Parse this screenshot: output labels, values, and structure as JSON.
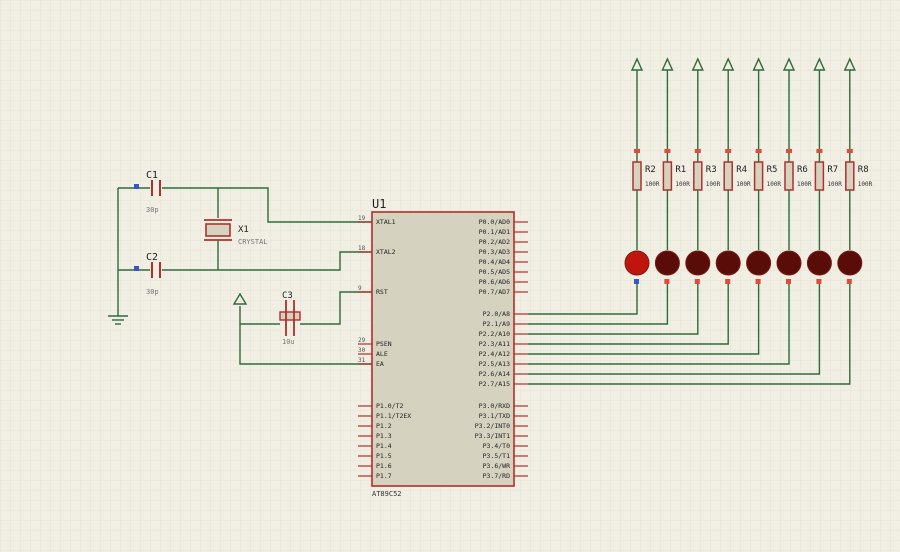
{
  "schematic": {
    "capacitors": [
      {
        "ref": "C1",
        "value": "30p"
      },
      {
        "ref": "C2",
        "value": "30p"
      },
      {
        "ref": "C3",
        "value": "10u"
      }
    ],
    "crystal": {
      "ref": "X1",
      "value": "CRYSTAL"
    },
    "mcu": {
      "ref": "U1",
      "part": "AT89C52",
      "left_pins": [
        {
          "num": "19",
          "name": "XTAL1"
        },
        {
          "num": "18",
          "name": "XTAL2"
        },
        {
          "num": "9",
          "name": "RST"
        },
        {
          "num": "29",
          "name": "PSEN"
        },
        {
          "num": "30",
          "name": "ALE"
        },
        {
          "num": "31",
          "name": "EA"
        }
      ],
      "left_pins_p1": [
        "P1.0/T2",
        "P1.1/T2EX",
        "P1.2",
        "P1.3",
        "P1.4",
        "P1.5",
        "P1.6",
        "P1.7"
      ],
      "right_pins_p0": [
        "P0.0/AD0",
        "P0.1/AD1",
        "P0.2/AD2",
        "P0.3/AD3",
        "P0.4/AD4",
        "P0.5/AD5",
        "P0.6/AD6",
        "P0.7/AD7"
      ],
      "right_pins_p2": [
        "P2.0/A8",
        "P2.1/A9",
        "P2.2/A10",
        "P2.3/A11",
        "P2.4/A12",
        "P2.5/A13",
        "P2.6/A14",
        "P2.7/A15"
      ],
      "right_pins_p3": [
        "P3.0/RXD",
        "P3.1/TXD",
        "P3.2/INT0",
        "P3.3/INT1",
        "P3.4/T0",
        "P3.5/T1",
        "P3.6/WR",
        "P3.7/RD"
      ]
    },
    "resistors": [
      {
        "ref": "R2",
        "value": "100R"
      },
      {
        "ref": "R1",
        "value": "100R"
      },
      {
        "ref": "R3",
        "value": "100R"
      },
      {
        "ref": "R4",
        "value": "100R"
      },
      {
        "ref": "R5",
        "value": "100R"
      },
      {
        "ref": "R6",
        "value": "100R"
      },
      {
        "ref": "R7",
        "value": "100R"
      },
      {
        "ref": "R8",
        "value": "100R"
      }
    ],
    "leds": {
      "count": 8,
      "first_lit": true
    },
    "colors": {
      "background": "#f1efe4",
      "grid": "#dcdacb",
      "wire": "#2e6b3a",
      "component": "#b0302a",
      "chip_fill": "#d6d2c0",
      "led_off": "#5a0d08",
      "led_on": "#c0150c",
      "label": "#222222"
    }
  }
}
